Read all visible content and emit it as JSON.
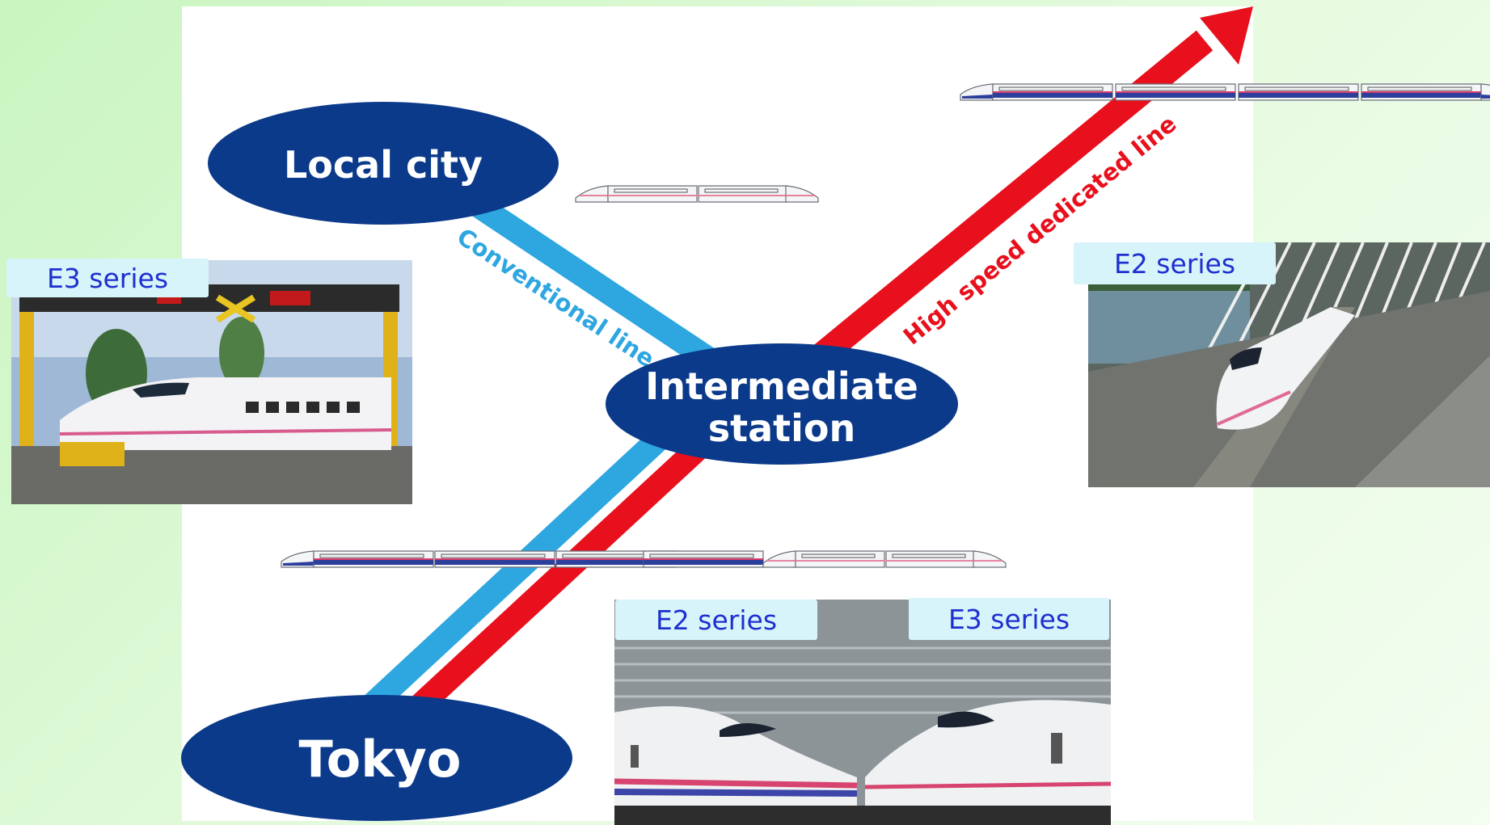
{
  "nodes": {
    "local_city": "Local city",
    "intermediate_station": "Intermediate station",
    "tokyo": "Tokyo"
  },
  "lines": {
    "conventional": "Conventional line",
    "high_speed": "High speed dedicated line"
  },
  "photo_tags": {
    "left": "E3 series",
    "right": "E2 series",
    "bottom_left": "E2 series",
    "bottom_right": "E3 series"
  },
  "colors": {
    "node_fill": "#0b3a8a",
    "conventional_line": "#2ea6e0",
    "high_speed_line": "#e8101c",
    "tag_background": "#d6f4fa",
    "tag_text": "#1f2fd0"
  }
}
